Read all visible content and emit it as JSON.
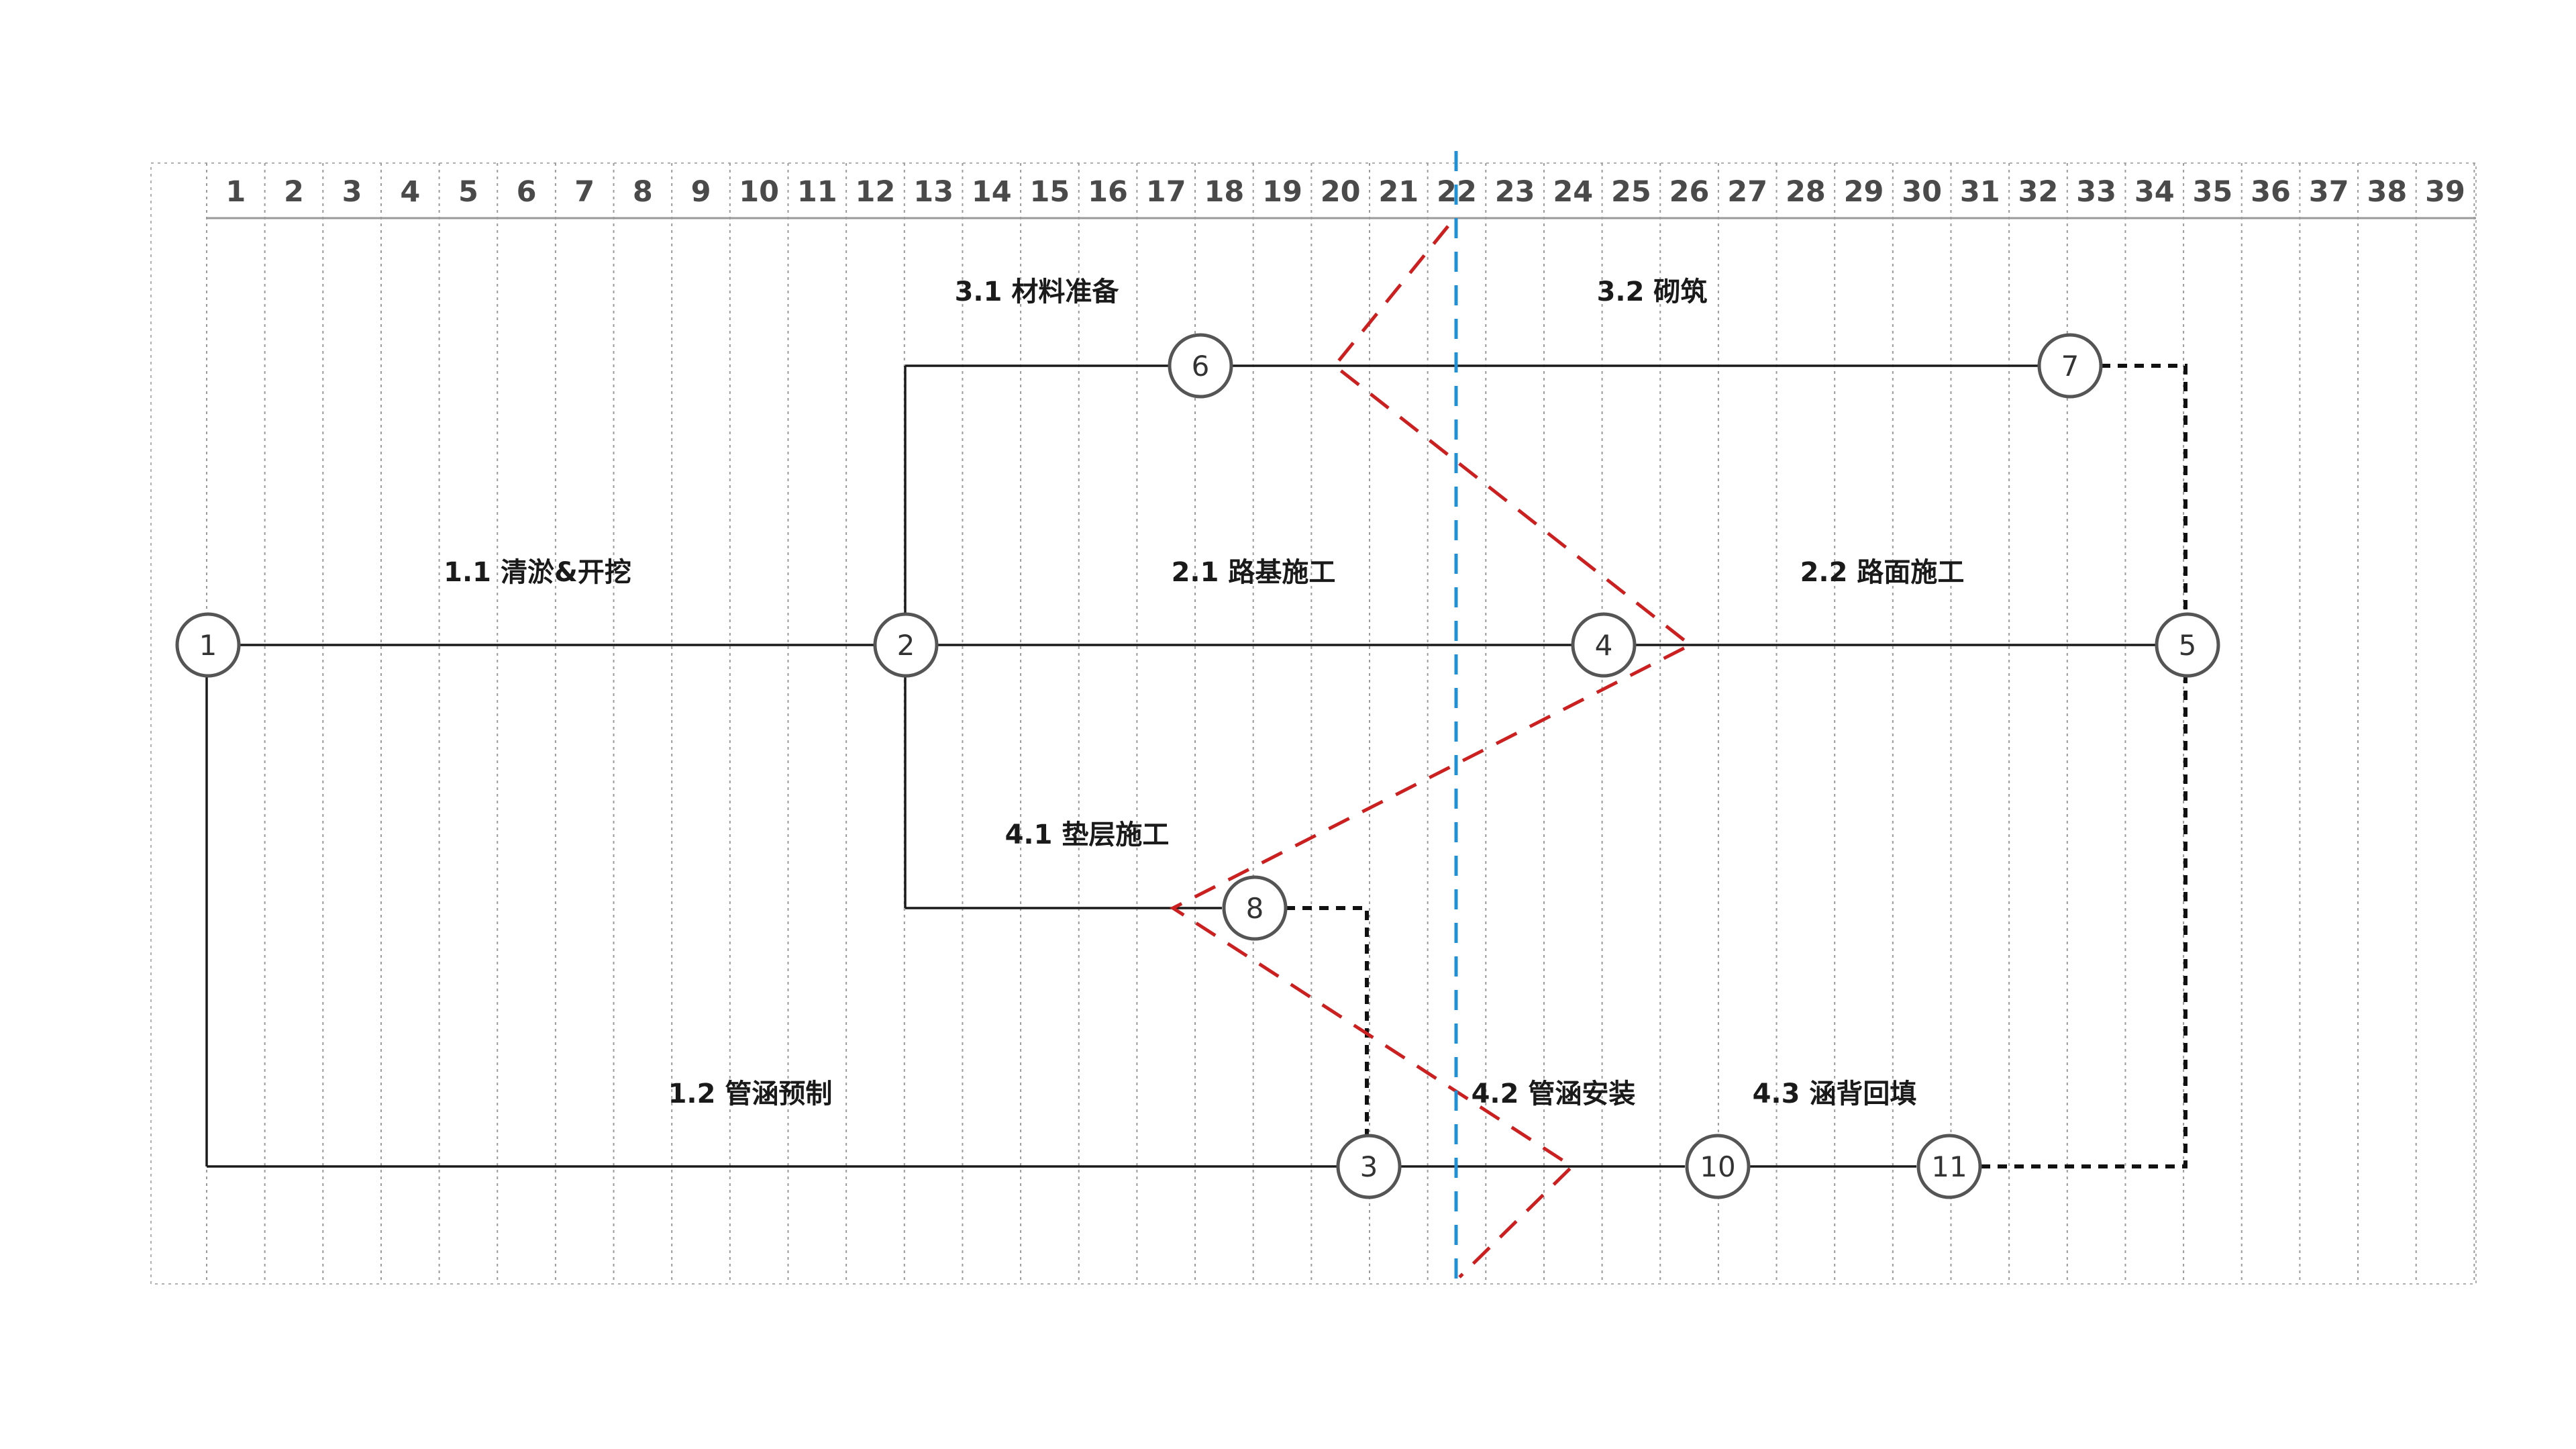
{
  "columns": [
    "1",
    "2",
    "3",
    "4",
    "5",
    "6",
    "7",
    "8",
    "9",
    "10",
    "11",
    "12",
    "13",
    "14",
    "15",
    "16",
    "17",
    "18",
    "19",
    "20",
    "21",
    "22",
    "23",
    "24",
    "25",
    "26",
    "27",
    "28",
    "29",
    "30",
    "31",
    "32",
    "33",
    "34",
    "35",
    "36",
    "37",
    "38",
    "39"
  ],
  "nodes": [
    {
      "id": "n1",
      "label": "1",
      "col": 0,
      "row": "main"
    },
    {
      "id": "n2",
      "label": "2",
      "col": 12,
      "row": "main"
    },
    {
      "id": "n4",
      "label": "4",
      "col": 24,
      "row": "main"
    },
    {
      "id": "n5",
      "label": "5",
      "col": 34,
      "row": "main"
    },
    {
      "id": "n6",
      "label": "6",
      "col": 17,
      "row": "top"
    },
    {
      "id": "n7",
      "label": "7",
      "col": 32,
      "row": "top"
    },
    {
      "id": "n8",
      "label": "8",
      "col": 18,
      "row": "mid"
    },
    {
      "id": "n3",
      "label": "3",
      "col": 20,
      "row": "bottom"
    },
    {
      "id": "n10",
      "label": "10",
      "col": 26,
      "row": "bottom"
    },
    {
      "id": "n11",
      "label": "11",
      "col": 30,
      "row": "bottom"
    }
  ],
  "tasks": [
    {
      "id": "t11",
      "label": "1.1 清淤&开挖"
    },
    {
      "id": "t12",
      "label": "1.2 管涵预制"
    },
    {
      "id": "t21",
      "label": "2.1 路基施工"
    },
    {
      "id": "t22",
      "label": "2.2 路面施工"
    },
    {
      "id": "t31",
      "label": "3.1 材料准备"
    },
    {
      "id": "t32",
      "label": "3.2 砌筑"
    },
    {
      "id": "t41",
      "label": "4.1 垫层施工"
    },
    {
      "id": "t42",
      "label": "4.2 管涵安装"
    },
    {
      "id": "t43",
      "label": "4.3 涵背回填"
    }
  ],
  "status_line_column": "22",
  "colors": {
    "grid": "#9a9a9a",
    "line": "#1a1a1a",
    "node_stroke": "#555555",
    "progress_line": "#cc1f1f",
    "current_date_line": "#1e90d6"
  }
}
